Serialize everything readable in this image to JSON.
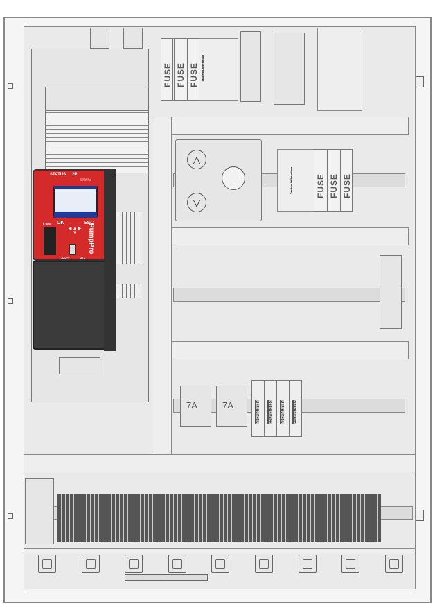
{
  "controller": {
    "status": "STATUS",
    "p2": "2P",
    "brand": "DMG",
    "ok": "OK",
    "esc": "ESC",
    "can": "CAN",
    "gprs": "GPRS",
    "g4": "4G",
    "product": "PumpPro",
    "color": "#d42a2a"
  },
  "top_fuse_block": {
    "fuses": [
      "FUSE",
      "FUSE",
      "FUSE"
    ],
    "differential": "Tandem Differentiale"
  },
  "mid_fuse_block": {
    "fuses": [
      "FUSE",
      "FUSE",
      "FUSE"
    ],
    "differential": "Tandem Differentiale"
  },
  "relays": {
    "ratings": [
      "7A",
      "7A"
    ],
    "modules": [
      "RELE' FINDER",
      "RELE' FINDER",
      "RELE' FINDER",
      "RELE' FINDER"
    ]
  }
}
